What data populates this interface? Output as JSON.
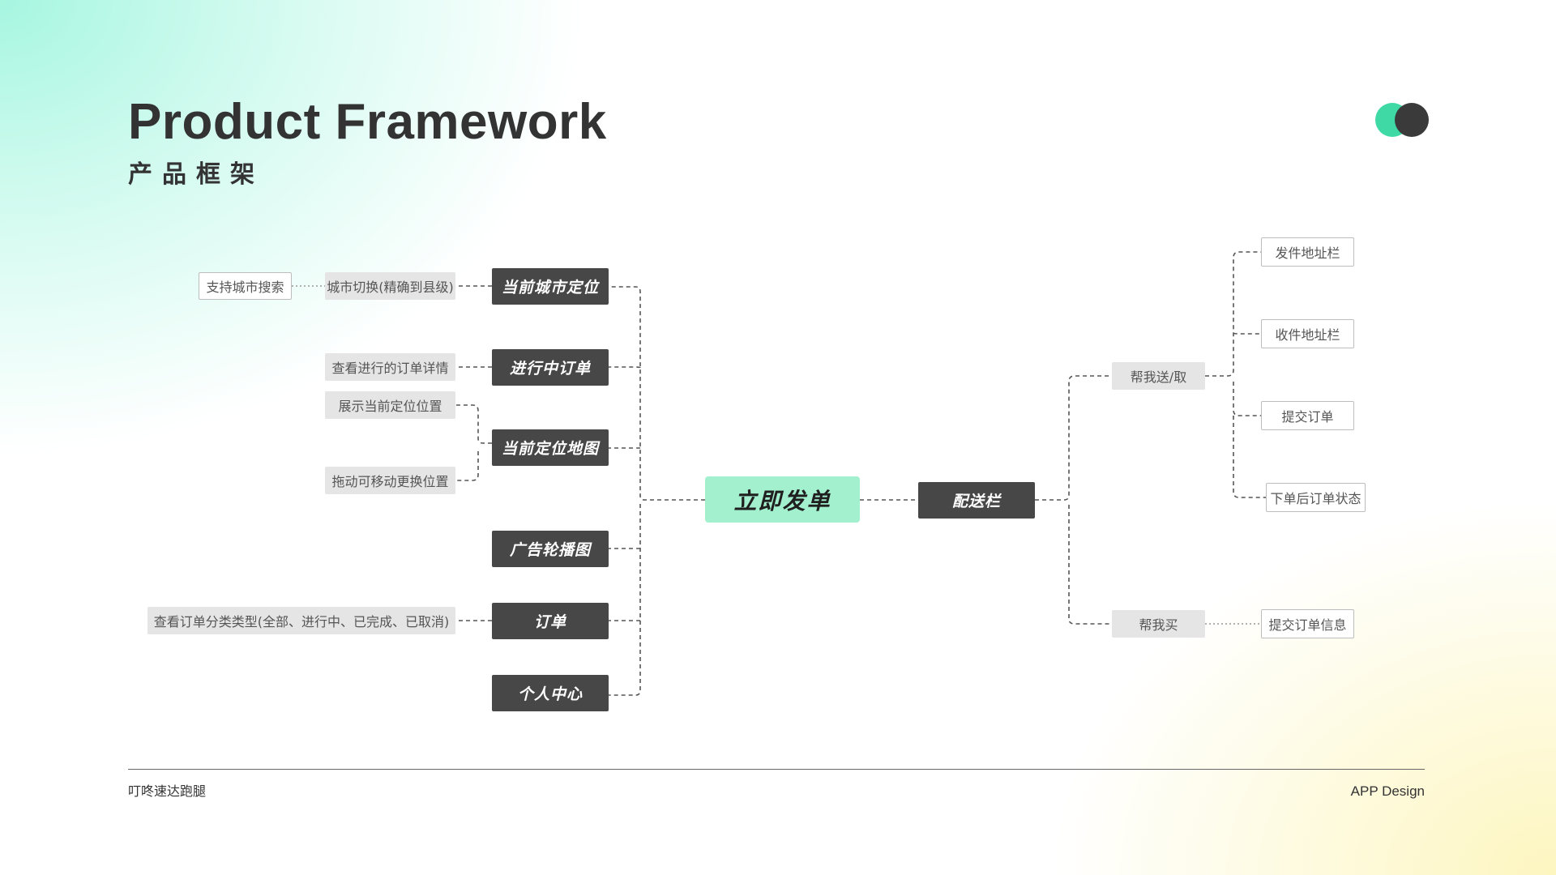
{
  "header": {
    "title": "Product Framework",
    "subtitle": "产品框架"
  },
  "logo": {
    "icon": "two-circles-logo-icon",
    "colors": [
      "#3ed9a4",
      "#3a3a3a"
    ]
  },
  "diagram": {
    "root": "立即发单",
    "left": {
      "city_location": {
        "label": "当前城市定位",
        "children": [
          "城市切换(精确到县级)"
        ],
        "grandchild": "支持城市搜索"
      },
      "ongoing_order": {
        "label": "进行中订单",
        "children": [
          "查看进行的订单详情"
        ]
      },
      "location_map": {
        "label": "当前定位地图",
        "children": [
          "展示当前定位位置",
          "拖动可移动更换位置"
        ]
      },
      "ad_carousel": {
        "label": "广告轮播图"
      },
      "order": {
        "label": "订单",
        "children": [
          "查看订单分类类型(全部、进行中、已完成、已取消)"
        ]
      },
      "personal_center": {
        "label": "个人中心"
      }
    },
    "right": {
      "delivery_bar": {
        "label": "配送栏"
      },
      "help_send": {
        "label": "帮我送/取",
        "children": [
          "发件地址栏",
          "收件地址栏",
          "提交订单",
          "下单后订单状态"
        ]
      },
      "help_buy": {
        "label": "帮我买",
        "children": [
          "提交订单信息"
        ]
      }
    }
  },
  "colors": {
    "accent": "#a3f0cf",
    "dark_node": "#474747",
    "grey_node": "#e5e5e5",
    "connector": "#555555"
  },
  "footer": {
    "left": "叮咚速达跑腿",
    "right": "APP Design"
  }
}
